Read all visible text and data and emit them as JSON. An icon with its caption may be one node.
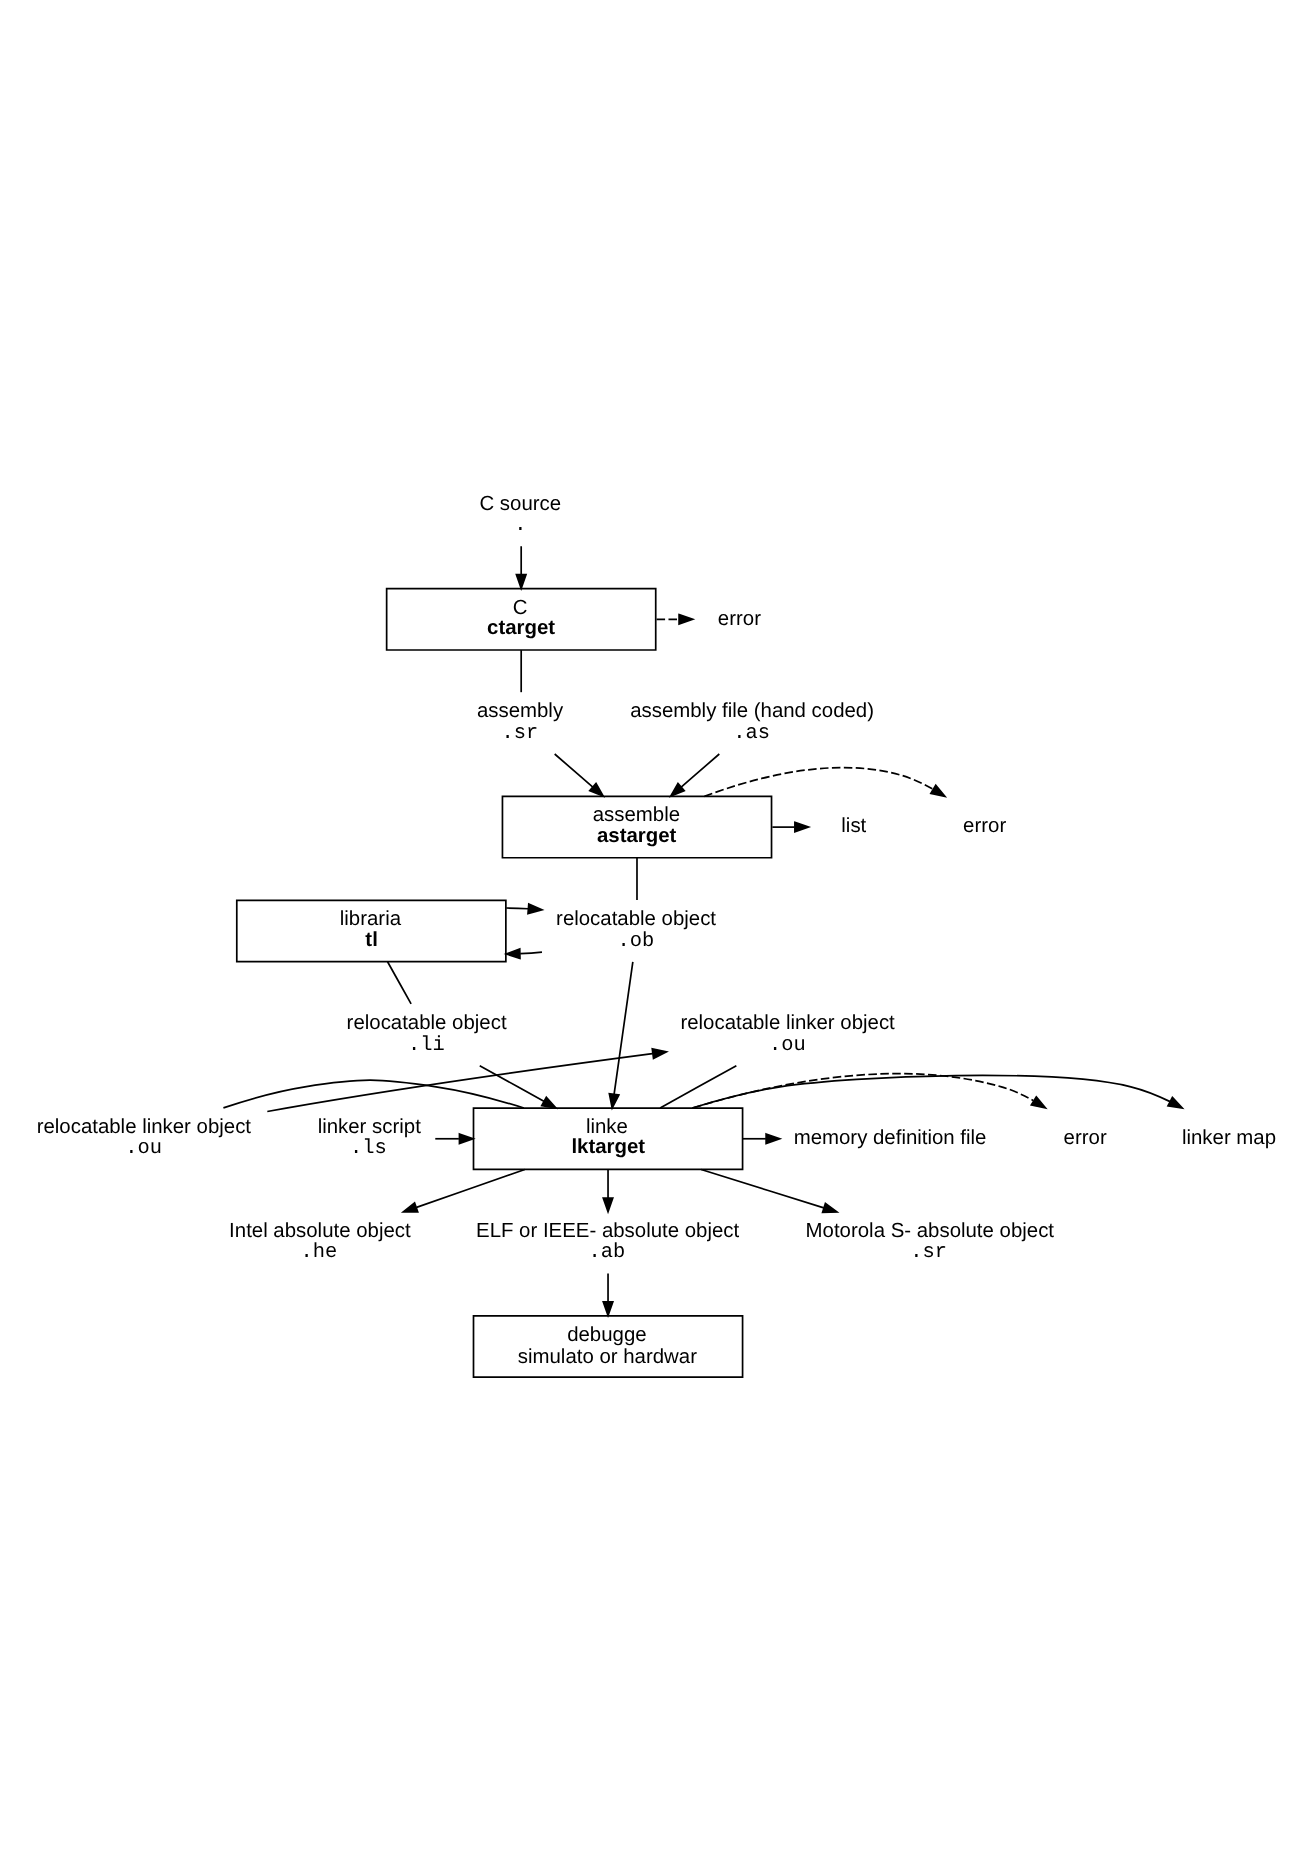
{
  "diagram": {
    "nodes": [
      {
        "text": [
          "C source",
          "."
        ]
      },
      {
        "text": [
          "C",
          "ctarget"
        ]
      },
      {
        "text": [
          "error"
        ]
      },
      {
        "text": [
          "assembly",
          ".sr"
        ]
      },
      {
        "text": [
          "assembly file (hand coded)",
          ".as"
        ]
      },
      {
        "text": [
          "assemble",
          "astarget"
        ]
      },
      {
        "text": [
          "list"
        ]
      },
      {
        "text": [
          "error"
        ]
      },
      {
        "text": [
          "libraria",
          "tl"
        ]
      },
      {
        "text": [
          "relocatable object",
          ".ob"
        ]
      },
      {
        "text": [
          "relocatable object",
          ".li"
        ]
      },
      {
        "text": [
          "relocatable linker object",
          ".ou"
        ]
      },
      {
        "text": [
          "linker script",
          ".ls"
        ]
      },
      {
        "text": [
          "linke",
          "lktarget"
        ]
      },
      {
        "text": [
          "relocatable linker object",
          ".ou"
        ]
      },
      {
        "text": [
          "linker map"
        ]
      },
      {
        "text": [
          "error"
        ]
      },
      {
        "text": [
          "memory definition file"
        ]
      },
      {
        "text": [
          "Intel absolute object",
          ".he"
        ]
      },
      {
        "text": [
          "ELF or IEEE- absolute object",
          ".ab"
        ]
      },
      {
        "text": [
          "Motorola S- absolute object",
          ".sr"
        ]
      },
      {
        "text": [
          "debugge",
          "simulato or hardwar"
        ]
      }
    ],
    "edges": [
      {
        "from": 0,
        "to": 1,
        "arrow": "to"
      },
      {
        "from": 1,
        "to": 2,
        "arrow": "to",
        "style": "dashed"
      },
      {
        "from": 1,
        "to": 3,
        "arrow": "none"
      },
      {
        "from": 3,
        "to": 5,
        "arrow": "to"
      },
      {
        "from": 4,
        "to": 5,
        "arrow": "to"
      },
      {
        "from": 5,
        "to": 6,
        "arrow": "to"
      },
      {
        "from": 5,
        "to": 7,
        "arrow": "to",
        "style": "dashed"
      },
      {
        "from": 5,
        "to": 9,
        "arrow": "none"
      },
      {
        "from": 9,
        "to": 8,
        "arrow": "to"
      },
      {
        "from": 8,
        "to": 9,
        "arrow": "to"
      },
      {
        "from": 8,
        "to": 10,
        "arrow": "none"
      },
      {
        "from": 9,
        "to": 13,
        "arrow": "to"
      },
      {
        "from": 10,
        "to": 13,
        "arrow": "to"
      },
      {
        "from": 11,
        "to": 13,
        "arrow": "none"
      },
      {
        "from": 12,
        "to": 13,
        "arrow": "to"
      },
      {
        "from": 14,
        "to": 13,
        "arrow": "none"
      },
      {
        "from": 14,
        "to": 11,
        "arrow": "to"
      },
      {
        "from": 13,
        "to": 15,
        "arrow": "to"
      },
      {
        "from": 13,
        "to": 16,
        "arrow": "to",
        "style": "dashed"
      },
      {
        "from": 13,
        "to": 17,
        "arrow": "to"
      },
      {
        "from": 13,
        "to": 18,
        "arrow": "to"
      },
      {
        "from": 13,
        "to": 19,
        "arrow": "to"
      },
      {
        "from": 13,
        "to": 20,
        "arrow": "to"
      },
      {
        "from": 19,
        "to": 21,
        "arrow": "to"
      }
    ]
  }
}
